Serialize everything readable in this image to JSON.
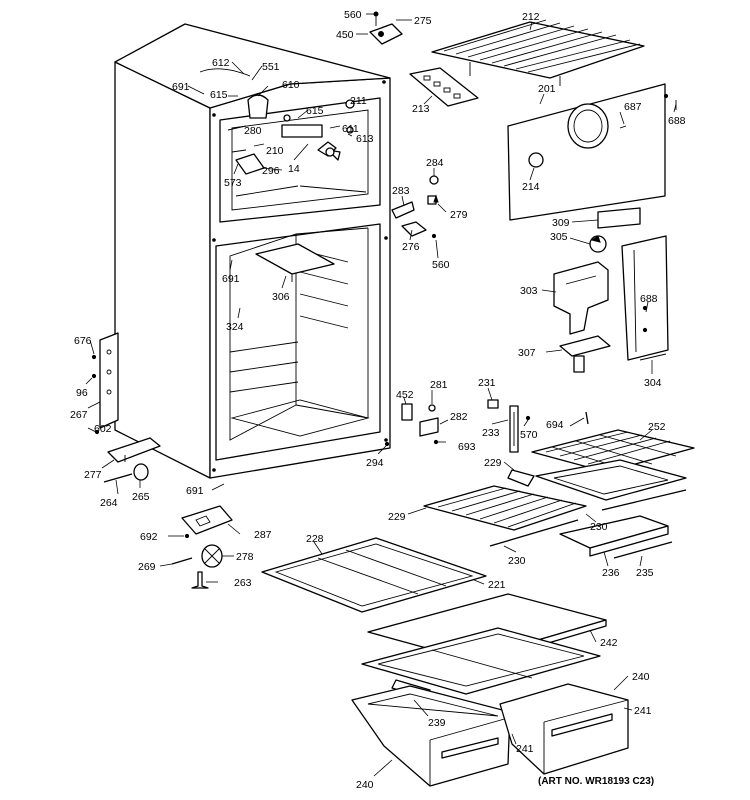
{
  "art_number": "(ART NO. WR18193 C23)",
  "callouts": {
    "c560a": "560",
    "c275": "275",
    "c450": "450",
    "c212": "212",
    "c612": "612",
    "c551": "551",
    "c691a": "691",
    "c615a": "615",
    "c610": "610",
    "c213": "213",
    "c201": "201",
    "c687": "687",
    "c688a": "688",
    "c211": "211",
    "c615b": "615",
    "c611": "611",
    "c280": "280",
    "c613": "613",
    "c210": "210",
    "c296": "296",
    "c573": "573",
    "c14": "14",
    "c284": "284",
    "c279": "279",
    "c283": "283",
    "c214": "214",
    "c309": "309",
    "c305": "305",
    "c276": "276",
    "c560b": "560",
    "c691b": "691",
    "c306": "306",
    "c303": "303",
    "c688b": "688",
    "c324": "324",
    "c307": "307",
    "c304": "304",
    "c676": "676",
    "c96": "96",
    "c267": "267",
    "c602": "602",
    "c452": "452",
    "c281": "281",
    "c231": "231",
    "c282": "282",
    "c694": "694",
    "c233": "233",
    "c570": "570",
    "c252": "252",
    "c693": "693",
    "c294": "294",
    "c277": "277",
    "c229a": "229",
    "c264": "264",
    "c265": "265",
    "c691c": "691",
    "c229b": "229",
    "c230a": "230",
    "c230b": "230",
    "c692": "692",
    "c287": "287",
    "c228": "228",
    "c236": "236",
    "c235": "235",
    "c269": "269",
    "c278": "278",
    "c221": "221",
    "c263": "263",
    "c242": "242",
    "c240a": "240",
    "c239": "239",
    "c241a": "241",
    "c241b": "241",
    "c240b": "240"
  }
}
